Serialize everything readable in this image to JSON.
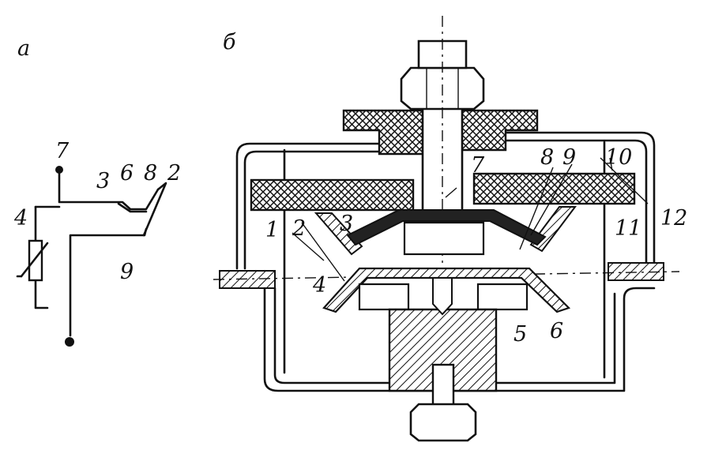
{
  "panel_a": {
    "letter": "а",
    "labels": {
      "7": "7",
      "3": "3",
      "6": "6",
      "8": "8",
      "2": "2",
      "4": "4",
      "9": "9"
    }
  },
  "panel_b": {
    "letter": "б",
    "labels": {
      "1": "1",
      "2": "2",
      "3": "3",
      "4": "4",
      "5": "5",
      "6": "6",
      "7": "7",
      "8": "8",
      "9": "9",
      "10": "10",
      "11": "11",
      "12": "12"
    }
  },
  "colors": {
    "ink": "#111111",
    "paper": "#ffffff"
  }
}
